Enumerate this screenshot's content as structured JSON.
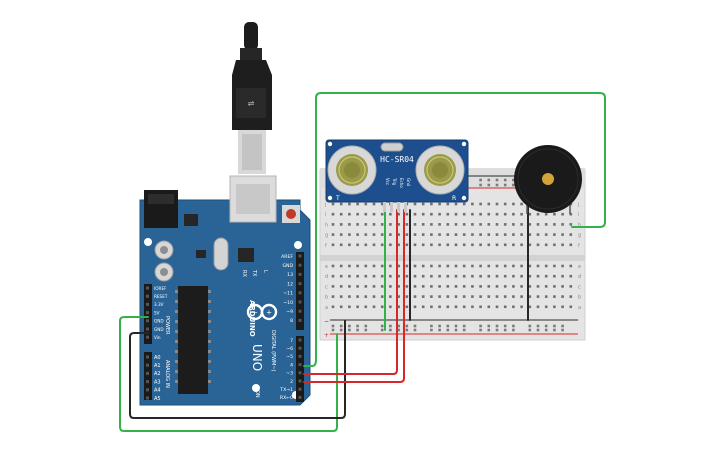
{
  "arduino": {
    "brand": "ARDUINO",
    "model": "UNO",
    "power_header_label": "POWER",
    "analog_header_label": "ANALOG IN",
    "digital_header_label": "DIGITAL (PWM~)",
    "on_label": "ON",
    "tx_label": "TX",
    "rx_label": "RX",
    "l_label": "L",
    "power_pins": [
      "IOREF",
      "RESET",
      "3.3V",
      "5V",
      "GND",
      "GND",
      "Vin"
    ],
    "analog_pins": [
      "A0",
      "A1",
      "A2",
      "A3",
      "A4",
      "A5"
    ],
    "digital_pins": [
      "AREF",
      "GND",
      "13",
      "12",
      "~11",
      "~10",
      "~9",
      "8",
      "7",
      "~6",
      "~5",
      "4",
      "~3",
      "2",
      "TX→1",
      "RX←0"
    ]
  },
  "sensor": {
    "model": "HC-SR04",
    "pins": [
      "Vcc",
      "Trig",
      "Echo",
      "Gnd"
    ],
    "left_mark": "T",
    "right_mark": "R"
  },
  "breadboard": {
    "row_letters_top": [
      "j",
      "i",
      "h",
      "g",
      "f"
    ],
    "row_letters_bottom": [
      "e",
      "d",
      "c",
      "b",
      "a"
    ],
    "rail_minus": "−",
    "rail_plus": "+"
  },
  "colors": {
    "board": "#2a6496",
    "board_edge": "#1f4f78",
    "sensor_board": "#1d4f8f",
    "wire_green": "#33b24a",
    "wire_red": "#d62828",
    "wire_black": "#262626",
    "breadboard": "#e4e4e4",
    "buzzer": "#1a1a1a",
    "buzzer_center": "#d4a43a"
  }
}
